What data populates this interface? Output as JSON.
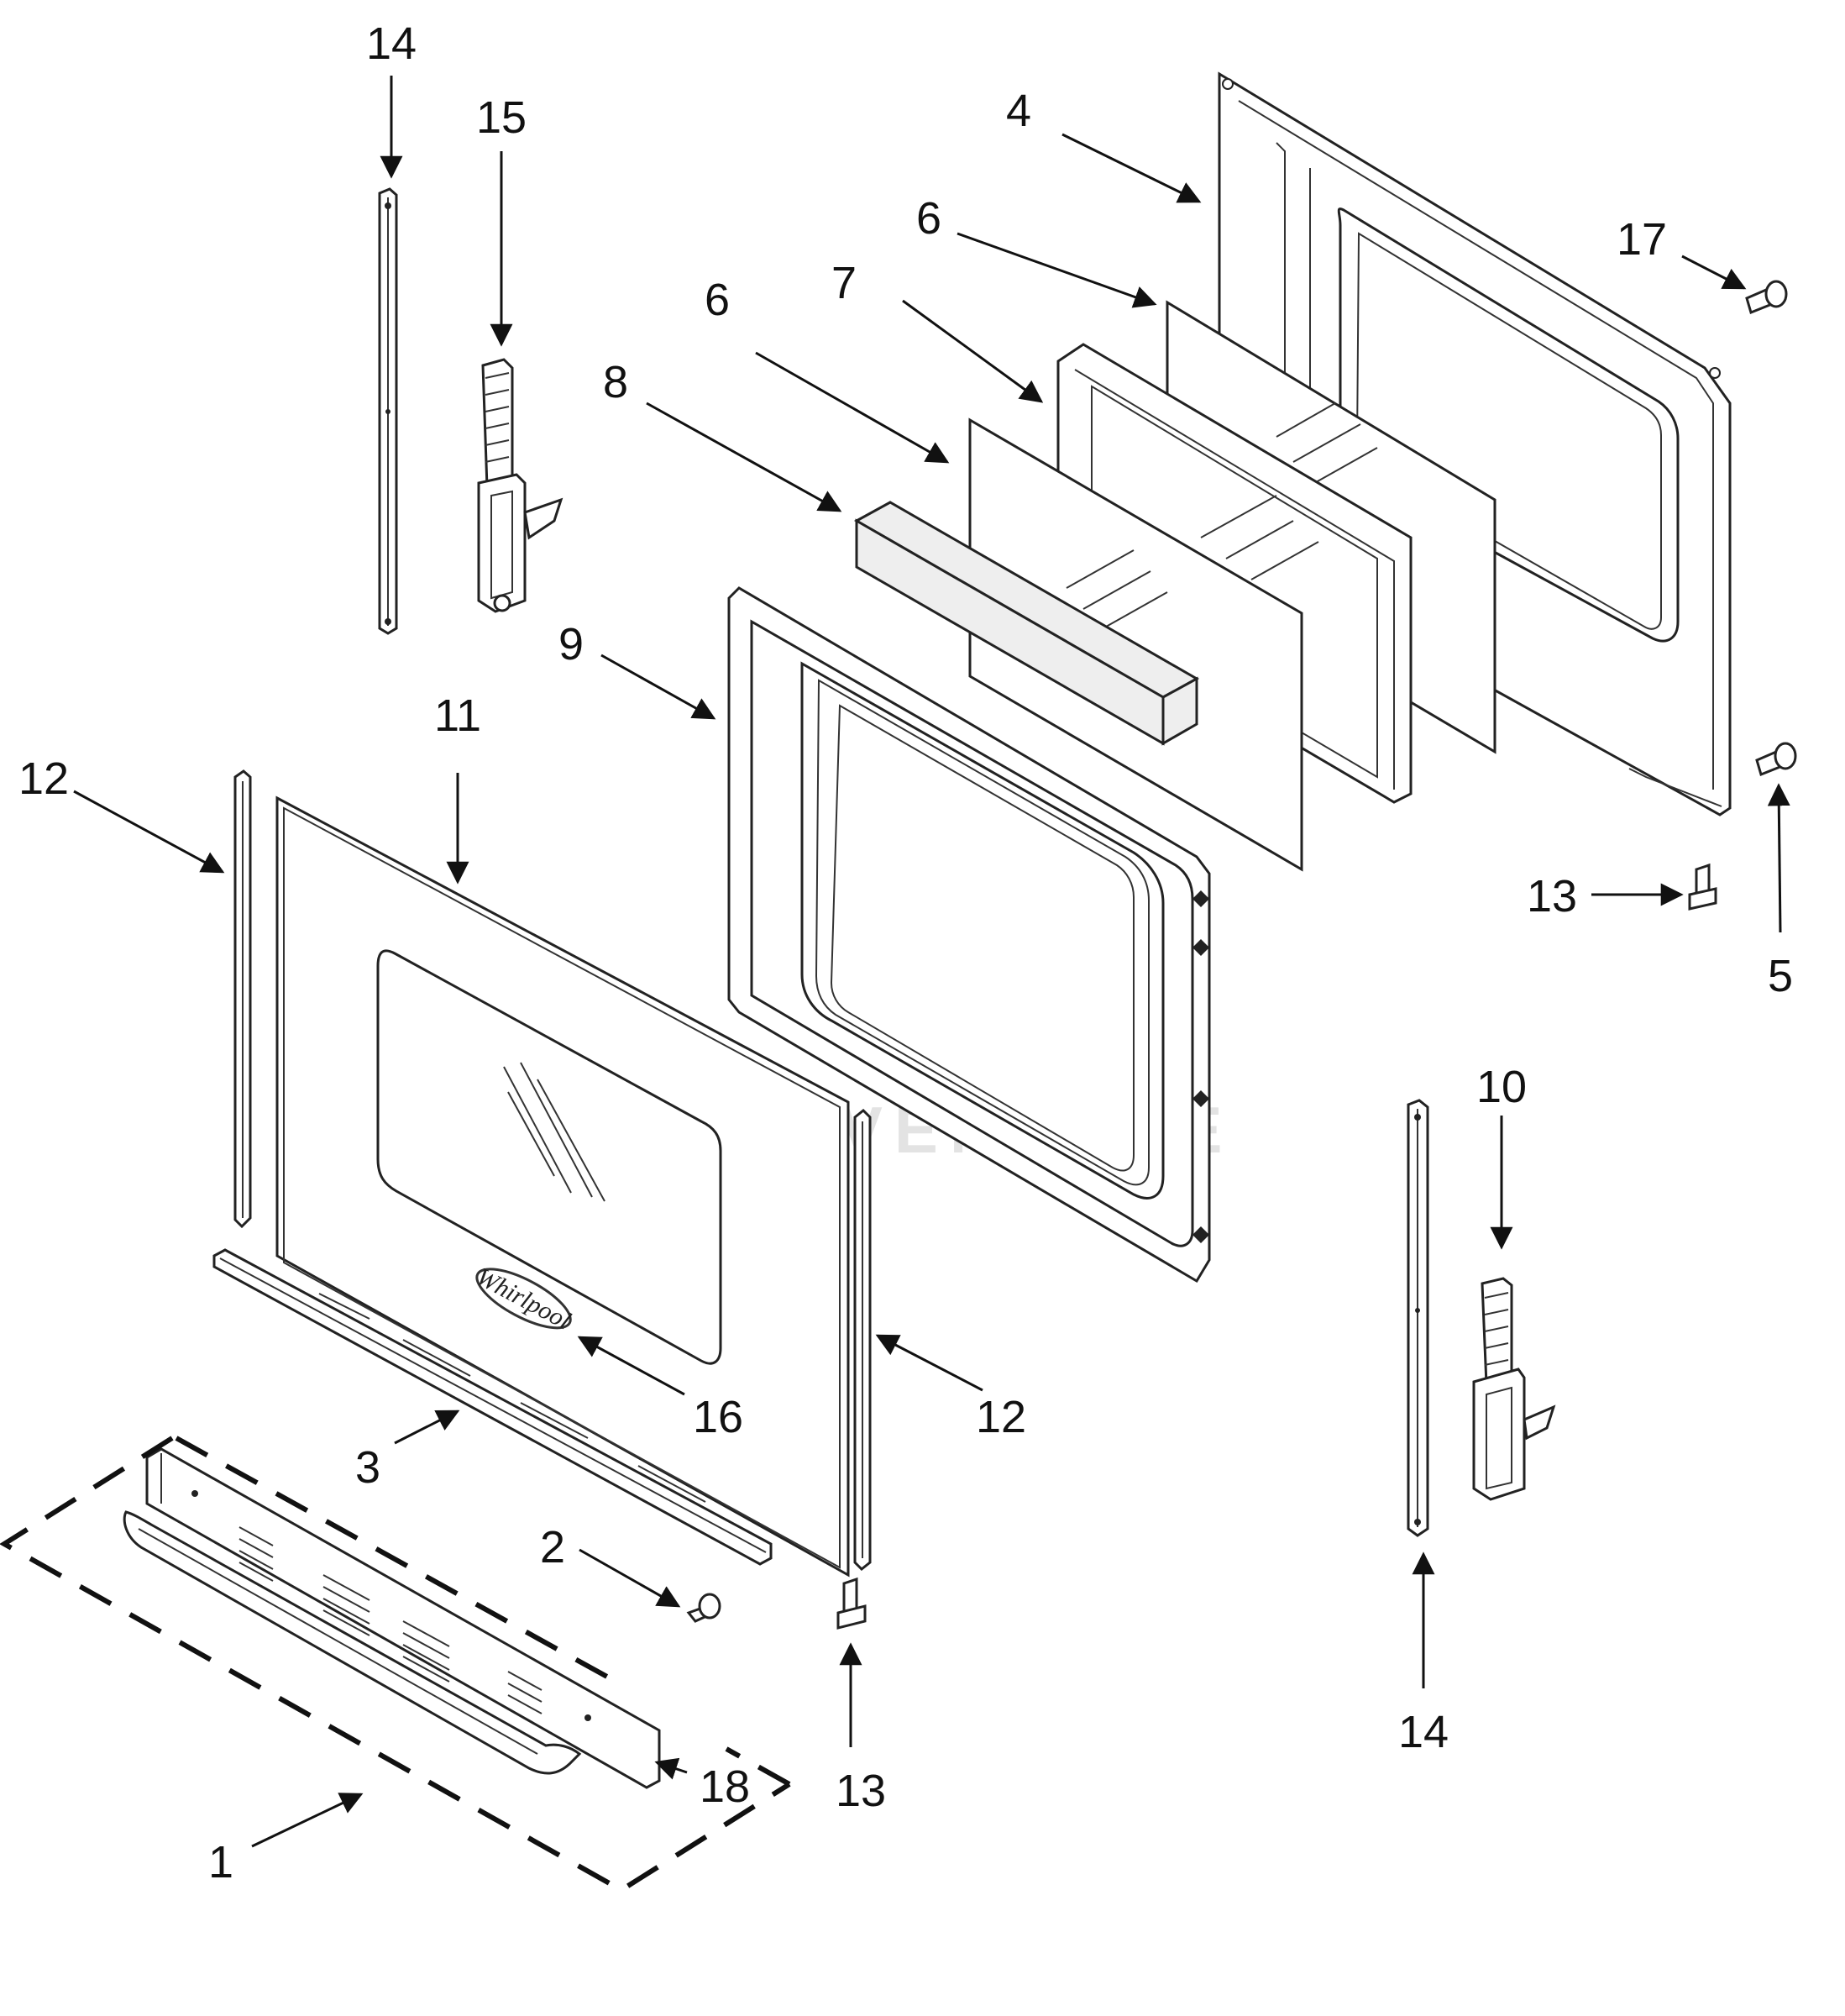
{
  "watermark": {
    "text": "LEADVENTURE",
    "icon": "flame-logo-icon"
  },
  "brand_logo": {
    "text": "Whirlpool"
  },
  "callouts": [
    {
      "id": "c-14-top",
      "label": "14"
    },
    {
      "id": "c-15",
      "label": "15"
    },
    {
      "id": "c-4",
      "label": "4"
    },
    {
      "id": "c-6-right",
      "label": "6"
    },
    {
      "id": "c-7",
      "label": "7"
    },
    {
      "id": "c-6-left",
      "label": "6"
    },
    {
      "id": "c-8",
      "label": "8"
    },
    {
      "id": "c-17",
      "label": "17"
    },
    {
      "id": "c-9",
      "label": "9"
    },
    {
      "id": "c-11",
      "label": "11"
    },
    {
      "id": "c-12-left",
      "label": "12"
    },
    {
      "id": "c-13-right",
      "label": "13"
    },
    {
      "id": "c-5",
      "label": "5"
    },
    {
      "id": "c-10",
      "label": "10"
    },
    {
      "id": "c-16",
      "label": "16"
    },
    {
      "id": "c-12-right",
      "label": "12"
    },
    {
      "id": "c-3",
      "label": "3"
    },
    {
      "id": "c-2",
      "label": "2"
    },
    {
      "id": "c-14-bottom",
      "label": "14"
    },
    {
      "id": "c-13-bottom",
      "label": "13"
    },
    {
      "id": "c-18",
      "label": "18"
    },
    {
      "id": "c-1",
      "label": "1"
    }
  ]
}
